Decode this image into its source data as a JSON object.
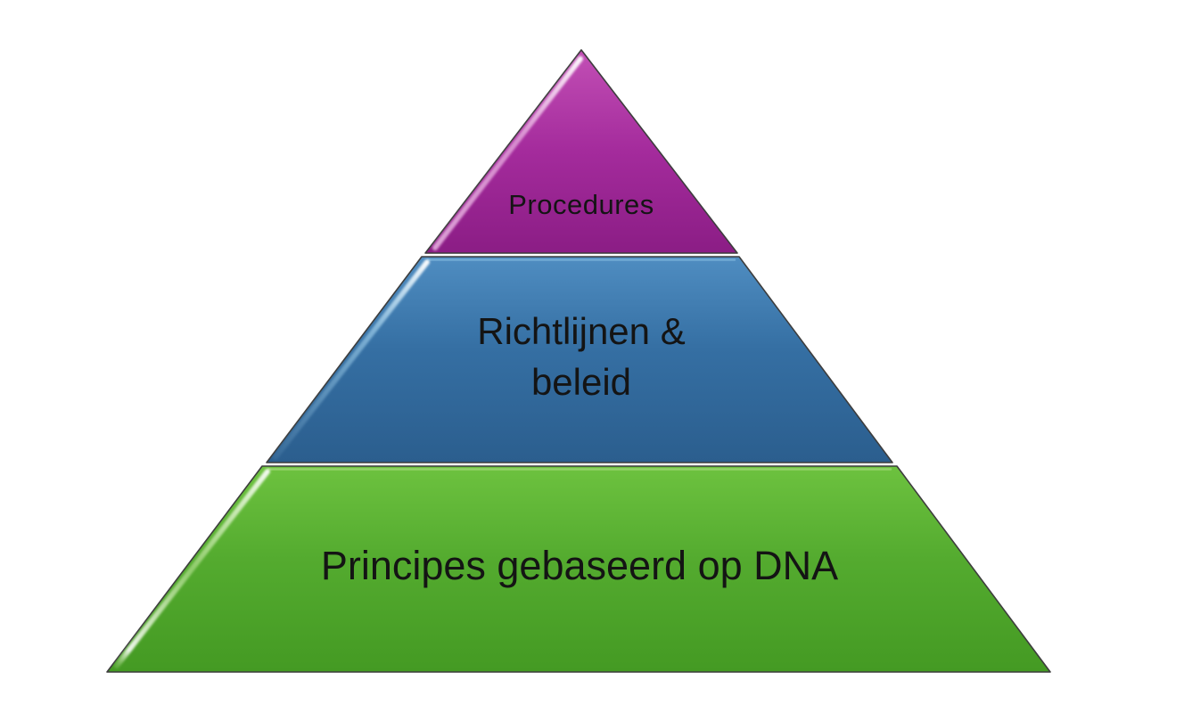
{
  "diagram": {
    "type": "pyramid",
    "background_color": "#ffffff",
    "outline_color": "#3d3d3d",
    "text_color": "#141414",
    "levels": [
      {
        "rank": 1,
        "label": "Procedures",
        "lines": [
          "Procedures"
        ],
        "color": "#a42b9c",
        "color_light": "#c24fb5",
        "color_dark": "#8b1d85",
        "highlight_color": "#f6c9ef"
      },
      {
        "rank": 2,
        "label": "Richtlijnen & beleid",
        "lines": [
          "Richtlijnen &",
          "beleid"
        ],
        "color": "#356fa3",
        "color_light": "#4f8dc1",
        "color_dark": "#2b5e8e",
        "highlight_color": "#b5e3fa"
      },
      {
        "rank": 3,
        "label": "Principes gebaseerd op DNA",
        "lines": [
          "Principes gebaseerd op DNA"
        ],
        "color": "#54ab2f",
        "color_light": "#6dc23f",
        "color_dark": "#449a23",
        "highlight_color": "#dcf7b9"
      }
    ]
  }
}
